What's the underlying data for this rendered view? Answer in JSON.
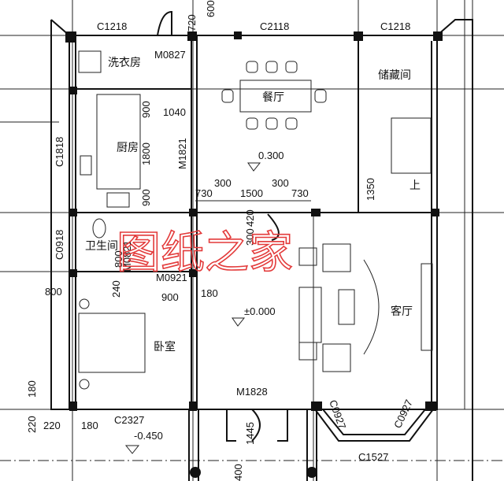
{
  "rooms": {
    "laundry": "洗衣房",
    "kitchen": "厨房",
    "dining": "餐厅",
    "storage": "储藏间",
    "bath": "卫生间",
    "bedroom": "卧室",
    "living": "客厅",
    "stairs_up": "上"
  },
  "windows": {
    "c1218a": "C1218",
    "c2118": "C2118",
    "c1218b": "C1218",
    "c1818": "C1818",
    "c0918": "C0918",
    "c2327": "C2327",
    "c0927a": "C0927",
    "c0927b": "C0927",
    "c1527": "C1527"
  },
  "doors": {
    "m0827": "M0827",
    "m1821": "M1821",
    "m0821": "M0821",
    "m0921": "M0921",
    "m1828": "M1828"
  },
  "elevations": {
    "dining": "0.300",
    "living": "±0.000",
    "outside": "-0.450"
  },
  "dims": {
    "d720": "720",
    "d600": "600",
    "d900a": "900",
    "d1040": "1040",
    "d1800": "1800",
    "d900b": "900",
    "d730a": "730",
    "d300a": "300",
    "d1500": "1500",
    "d300b": "300",
    "d730b": "730",
    "d1350": "1350",
    "d300c": "300",
    "d420": "420",
    "d800a": "800",
    "d800b": "800",
    "d240": "240",
    "d900c": "900",
    "d180a": "180",
    "d180b": "180",
    "d220a": "220",
    "d220b": "220",
    "d180c": "180",
    "d1445": "1445",
    "d400": "400"
  },
  "watermark": "图纸之家"
}
